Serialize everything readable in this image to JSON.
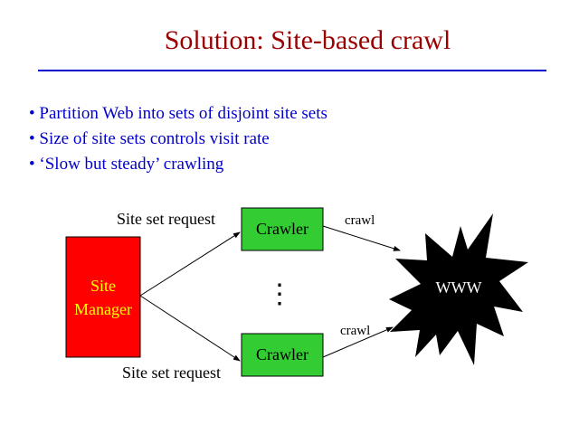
{
  "slide": {
    "title": "Solution: Site-based crawl",
    "bullets": [
      "• Partition Web into sets of disjoint site sets",
      "• Size of site sets controls visit rate",
      "•  ‘Slow but steady’ crawling"
    ]
  },
  "diagram": {
    "manager_line1": "Site",
    "manager_line2": "Manager",
    "crawler_top": "Crawler",
    "crawler_bottom": "Crawler",
    "request_top": "Site set request",
    "request_bottom": "Site set request",
    "crawl_top": "crawl",
    "crawl_bottom": "crawl",
    "ellipsis": "⋮",
    "www": "WWW",
    "colors": {
      "manager": "#ff0000",
      "manager_text": "#ffff00",
      "crawler": "#33cc33",
      "www": "#000000",
      "title": "#990000",
      "bullets": "#0000cc"
    }
  }
}
